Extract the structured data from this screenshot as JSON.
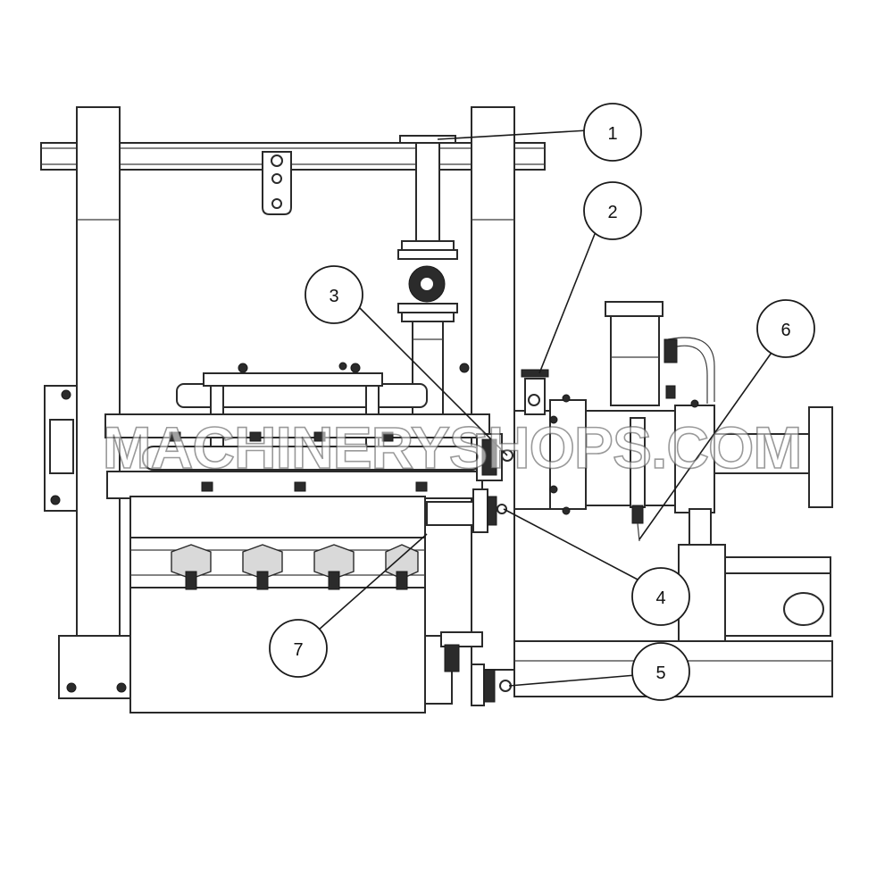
{
  "watermark": "MACHINERYSHOPS.COM",
  "callouts": [
    {
      "id": "callout-1",
      "label": "1"
    },
    {
      "id": "callout-2",
      "label": "2"
    },
    {
      "id": "callout-3",
      "label": "3"
    },
    {
      "id": "callout-4",
      "label": "4"
    },
    {
      "id": "callout-5",
      "label": "5"
    },
    {
      "id": "callout-6",
      "label": "6"
    },
    {
      "id": "callout-7",
      "label": "7"
    }
  ]
}
